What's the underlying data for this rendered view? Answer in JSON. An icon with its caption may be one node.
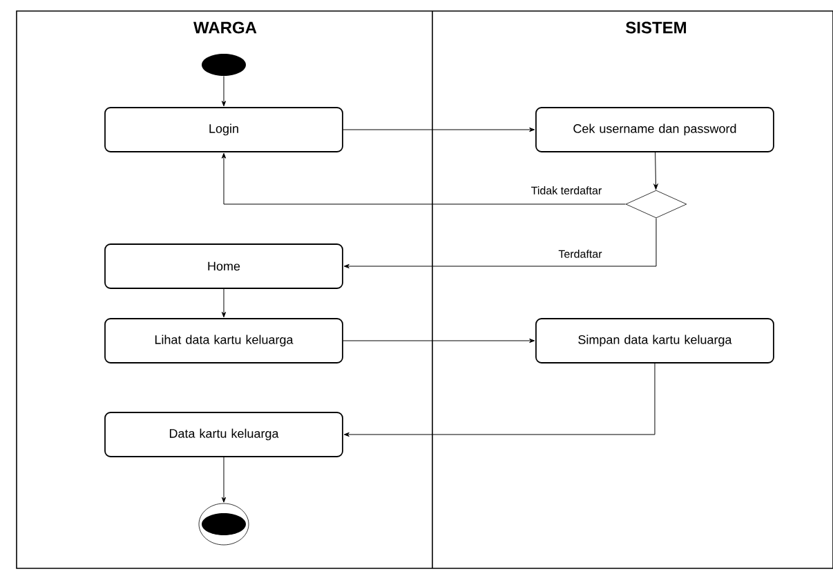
{
  "diagram": {
    "nodes": [
      {
        "text": [],
        "shape": "circle"
      },
      {
        "text": [
          "Login"
        ]
      },
      {
        "text": [
          "Cek username dan password"
        ]
      },
      {
        "text": [],
        "shape": "diamond"
      },
      {
        "text": [
          "Home"
        ]
      },
      {
        "text": [
          "Lihat data kartu keluarga"
        ]
      },
      {
        "text": [
          "Simpan data kartu keluarga"
        ]
      },
      {
        "text": [
          "Data kartu keluarga"
        ]
      },
      {
        "text": [],
        "shape": "bullseye"
      }
    ],
    "edges": [
      {
        "from": 0,
        "to": 1,
        "arrow": "to"
      },
      {
        "from": 1,
        "to": 2,
        "arrow": "to"
      },
      {
        "from": 2,
        "to": 3,
        "arrow": "to"
      },
      {
        "from": 3,
        "to": 1,
        "arrow": "to",
        "label": "Tidak terdaftar"
      },
      {
        "from": 3,
        "to": 4,
        "arrow": "to",
        "label": "Terdaftar"
      },
      {
        "from": 4,
        "to": 5,
        "arrow": "to"
      },
      {
        "from": 5,
        "to": 6,
        "arrow": "to"
      },
      {
        "from": 6,
        "to": 7,
        "arrow": "to"
      },
      {
        "from": 7,
        "to": 8,
        "arrow": "to"
      }
    ],
    "labels": [
      "WARGA",
      "SISTEM"
    ]
  }
}
